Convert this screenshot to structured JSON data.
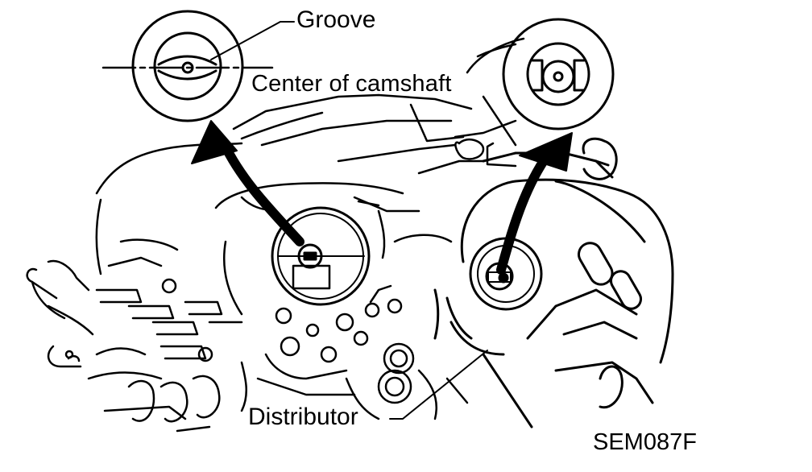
{
  "labels": {
    "groove": "Groove",
    "center_of_camshaft": "Center of camshaft",
    "distributor": "Distributor",
    "figure_code": "SEM087F"
  }
}
